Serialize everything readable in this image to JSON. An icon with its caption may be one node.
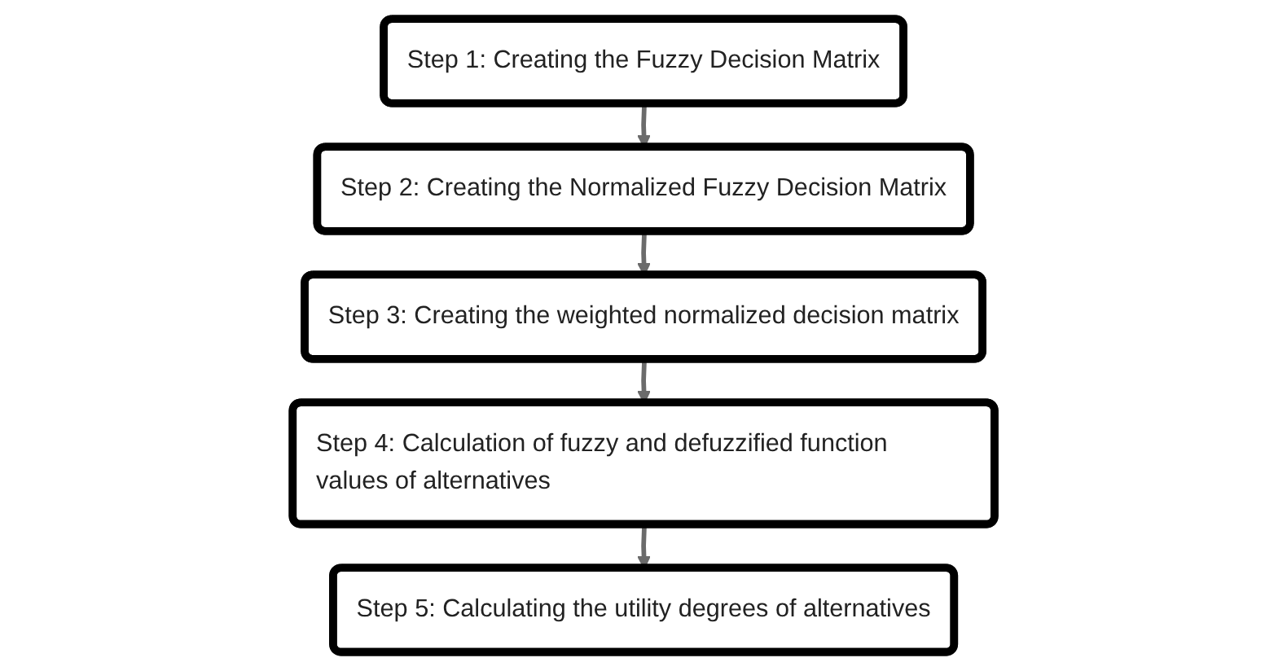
{
  "diagram": {
    "nodes": [
      {
        "text": [
          "Step 1: Creating the Fuzzy Decision Matrix"
        ]
      },
      {
        "text": [
          "Step 2: Creating the Normalized Fuzzy Decision Matrix"
        ]
      },
      {
        "text": [
          "Step 3: Creating the weighted normalized decision matrix"
        ]
      },
      {
        "text": [
          "Step 4: Calculation of fuzzy and defuzzified function values of alternatives"
        ]
      },
      {
        "text": [
          "Step 5: Calculating the utility degrees of alternatives"
        ]
      }
    ],
    "edges": [
      {
        "from": 0,
        "to": 1,
        "arrow": "to"
      },
      {
        "from": 1,
        "to": 2,
        "arrow": "to"
      },
      {
        "from": 2,
        "to": 3,
        "arrow": "to"
      },
      {
        "from": 3,
        "to": 4,
        "arrow": "to"
      }
    ]
  }
}
